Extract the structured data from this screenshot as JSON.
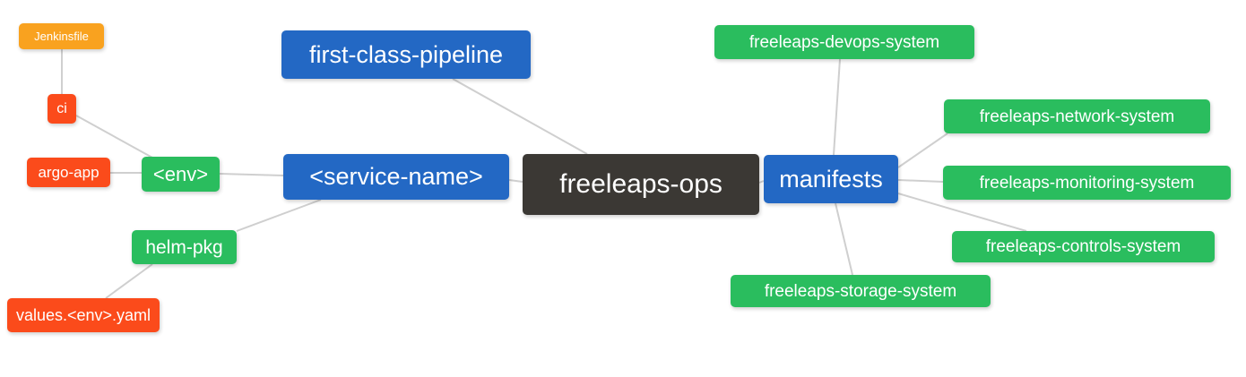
{
  "diagram": {
    "type": "mindmap",
    "root_label": "freeleaps-ops",
    "colors": {
      "root_bg": "#3b3834",
      "branch_blue": "#2368c4",
      "leaf_green": "#2abd5e",
      "leaf_red": "#fb4b1b",
      "leaf_orange": "#f9a21f",
      "edge_line": "#cfcfcf",
      "node_text": "#ffffff",
      "background": "#ffffff"
    },
    "nodes": [
      {
        "id": "root",
        "label": "freeleaps-ops",
        "color": "#3b3834"
      },
      {
        "id": "first-class-pipeline",
        "label": "first-class-pipeline",
        "color": "#2368c4"
      },
      {
        "id": "service-name",
        "label": "<service-name>",
        "color": "#2368c4"
      },
      {
        "id": "manifests",
        "label": "manifests",
        "color": "#2368c4"
      },
      {
        "id": "env",
        "label": "<env>",
        "color": "#2abd5e"
      },
      {
        "id": "helm-pkg",
        "label": "helm-pkg",
        "color": "#2abd5e"
      },
      {
        "id": "ci",
        "label": "ci",
        "color": "#fb4b1b"
      },
      {
        "id": "argo-app",
        "label": "argo-app",
        "color": "#fb4b1b"
      },
      {
        "id": "values-env-yaml",
        "label": "values.<env>.yaml",
        "color": "#fb4b1b"
      },
      {
        "id": "jenkinsfile",
        "label": "Jenkinsfile",
        "color": "#f9a21f"
      },
      {
        "id": "devops-system",
        "label": "freeleaps-devops-system",
        "color": "#2abd5e"
      },
      {
        "id": "network-system",
        "label": "freeleaps-network-system",
        "color": "#2abd5e"
      },
      {
        "id": "monitoring-system",
        "label": "freeleaps-monitoring-system",
        "color": "#2abd5e"
      },
      {
        "id": "controls-system",
        "label": "freeleaps-controls-system",
        "color": "#2abd5e"
      },
      {
        "id": "storage-system",
        "label": "freeleaps-storage-system",
        "color": "#2abd5e"
      }
    ],
    "edges": [
      {
        "from": "Jenkinsfile",
        "to": "ci"
      },
      {
        "from": "ci",
        "to": "<env>"
      },
      {
        "from": "argo-app",
        "to": "<env>"
      },
      {
        "from": "<env>",
        "to": "<service-name>"
      },
      {
        "from": "helm-pkg",
        "to": "<service-name>"
      },
      {
        "from": "values.<env>.yaml",
        "to": "helm-pkg"
      },
      {
        "from": "first-class-pipeline",
        "to": "freeleaps-ops"
      },
      {
        "from": "<service-name>",
        "to": "freeleaps-ops"
      },
      {
        "from": "freeleaps-ops",
        "to": "manifests"
      },
      {
        "from": "manifests",
        "to": "freeleaps-devops-system"
      },
      {
        "from": "manifests",
        "to": "freeleaps-network-system"
      },
      {
        "from": "manifests",
        "to": "freeleaps-monitoring-system"
      },
      {
        "from": "manifests",
        "to": "freeleaps-controls-system"
      },
      {
        "from": "manifests",
        "to": "freeleaps-storage-system"
      }
    ]
  }
}
